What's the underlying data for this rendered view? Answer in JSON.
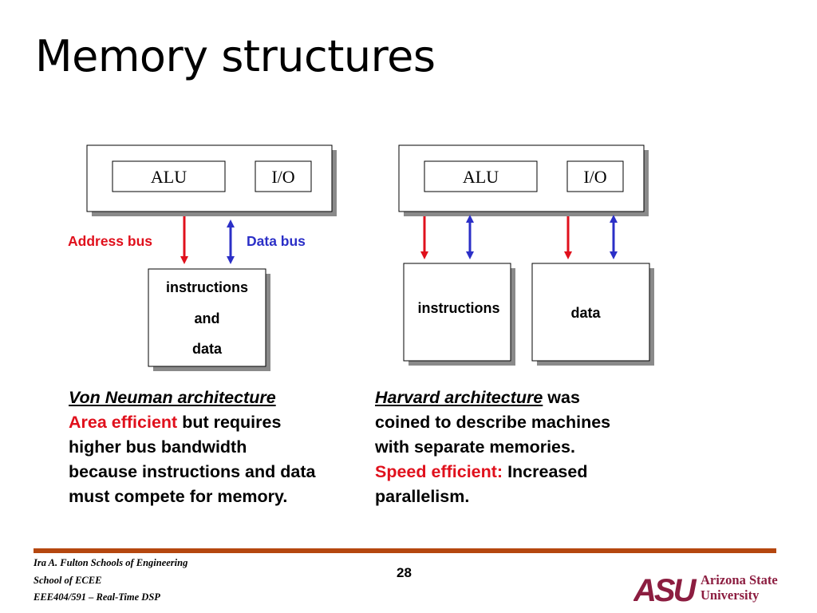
{
  "slide": {
    "title": "Memory structures",
    "page_number": "28"
  },
  "von_neuman": {
    "cpu_alu": "ALU",
    "cpu_io": "I/O",
    "address_bus_label": "Address bus",
    "data_bus_label": "Data bus",
    "memory_lines": [
      "instructions",
      "and",
      "data"
    ],
    "heading": "Von Neuman architecture",
    "highlight": "Area efficient",
    "line1_rest": " but requires",
    "line2": "higher bus bandwidth",
    "line3": "because instructions and data",
    "line4": "must compete for memory."
  },
  "harvard": {
    "cpu_alu": "ALU",
    "cpu_io": "I/O",
    "instructions_memory": "instructions",
    "data_memory": "data",
    "heading": "Harvard architecture",
    "heading_rest": " was",
    "line1": "coined to describe machines",
    "line2": "with separate memories.",
    "highlight": "Speed efficient:",
    "line3_rest": " Increased",
    "line4": "parallelism."
  },
  "footer": {
    "line1": "Ira A. Fulton Schools of Engineering",
    "line2": "School of ECEE",
    "line3": "EEE404/591 – Real-Time DSP",
    "logo_mark": "ASU",
    "logo_line1": "Arizona State",
    "logo_line2": "University"
  },
  "colors": {
    "address_bus": "#e0101c",
    "data_bus": "#2b2fc7",
    "footer_bar": "#b5470f",
    "logo": "#8c1d40"
  }
}
